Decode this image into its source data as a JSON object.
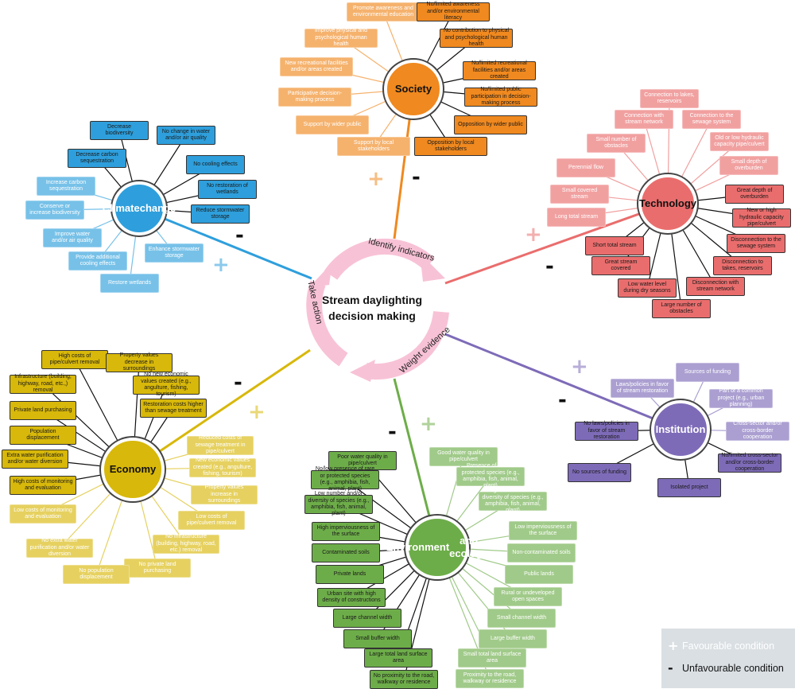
{
  "center": {
    "title_line1": "Stream daylighting",
    "title_line2": "decision making",
    "steps": [
      "Identify indicators",
      "Weight evidence",
      "Take action"
    ]
  },
  "legend": {
    "favourable_symbol": "+",
    "favourable_label": "Favourable condition",
    "unfavourable_symbol": "-",
    "unfavourable_label": "Unfavourable condition"
  },
  "colors": {
    "society": "#f0891f",
    "technology": "#ea6d6d",
    "climate": "#2e9fdc",
    "economy": "#d8b80a",
    "environment": "#6dad49",
    "institution": "#7e6bb8",
    "cycle": "#f8c2d6"
  },
  "hubs": {
    "society": {
      "label": [
        "Society"
      ],
      "plus": "+",
      "minus": "-"
    },
    "climate": {
      "label": [
        "Climate",
        "change"
      ],
      "plus": "+",
      "minus": "-"
    },
    "technology": {
      "label": [
        "Technology"
      ],
      "plus": "+",
      "minus": "-"
    },
    "institution": {
      "label": [
        "Institution"
      ],
      "plus": "+",
      "minus": "-"
    },
    "economy": {
      "label": [
        "Economy"
      ],
      "plus": "+",
      "minus": "-"
    },
    "environment": {
      "label": [
        "Environment",
        "and ecology"
      ],
      "plus": "+",
      "minus": "-"
    }
  },
  "society": {
    "favourable": [
      "Promote awareness and environmental education",
      "Improve physical and psychological human health",
      "New recreational facilities and/or areas created",
      "Participative decision-making process",
      "Support by wider public",
      "Support by local stakeholders"
    ],
    "unfavourable": [
      "No/limited awareness and/or environmental literacy",
      "No contribution to physical and psychological human health",
      "No/limited recreational facilities and/or areas created",
      "No/limited public participation in decision-making process",
      "Opposition by wider public",
      "Opposition by local stakeholders"
    ]
  },
  "climate": {
    "favourable": [
      "Increase carbon sequestration",
      "Conserve or increase biodiversity",
      "Improve water and/or air quality",
      "Provide additional cooling effects",
      "Enhance stormwater storage",
      "Restore wetlands"
    ],
    "unfavourable": [
      "Decrease biodiversity",
      "No change in water and/or air quality",
      "Decrease carbon sequestration",
      "No cooling effects",
      "No restoration of wetlands",
      "Reduce stormwater storage"
    ]
  },
  "technology": {
    "favourable": [
      "Connection to lakes, reservoirs",
      "Connection with stream network",
      "Connection to the sewage system",
      "Small number of obstacles",
      "Old or low hydraulic capacity pipe/culvert",
      "Perennial flow",
      "Small depth of overburden",
      "Small covered stream",
      "Long total stream"
    ],
    "unfavourable": [
      "Great depth of overburden",
      "New or high hydraulic capacity pipe/culvert",
      "Short total stream",
      "Disconnection to the sewage system",
      "Great stream covered",
      "Disconnection to takes, reservoirs",
      "Low water level during dry seasons",
      "Disconnection with stream network",
      "Large number of obstacles"
    ]
  },
  "institution": {
    "favourable": [
      "Sources of funding",
      "Laws/policies in favor of stream restoration",
      "Part of a common project (e.g., urban planning)",
      "Cross-sector and/or cross-border cooperation"
    ],
    "unfavourable": [
      "No laws/policies in favor of stream restoration",
      "No/limited cross-sector and/or cross-border cooperation",
      "No sources of funding",
      "Isolated project"
    ]
  },
  "economy": {
    "unfavourable": [
      "High costs of pipe/culvert removal",
      "Property values decrease in surroundings",
      "Infrastructure (building, highway, road, etc.,) removal",
      "No new economic values created (e.g., angulture, fishing, tourism)",
      "Private land purchasing",
      "Restoration costs higher than sewage treatment",
      "Population displacement",
      "Extra water purification and/or water diversion",
      "High costs of monitoring and evaluation"
    ],
    "favourable": [
      "Reduced costs of sewage treatment in pipe/culvert",
      "New economic values created (e.g., angulture, fishing, tourism)",
      "Property values increase in surroundings",
      "Low costs of pipe/culvert removal",
      "Low costs of monitoring and evaluation",
      "No infrastructure (building, highway, road, etc.) removal",
      "No extra water purification and/or water diversion",
      "No private land purchasing",
      "No population displacement"
    ]
  },
  "environment": {
    "unfavourable": [
      "Poor water quality in pipe/culvert",
      "No/low presence of rare or protected species (e.g., amphibia, fish, animal, plant)",
      "Low number and/or diversity of species (e.g., amphibia, fish, animal, plant)",
      "High imperviousness of the surface",
      "Contaminated soils",
      "Private lands",
      "Urban site with high density of constructions",
      "Large channel width",
      "Small buffer width",
      "Large total land surface area",
      "No proximity to the road, walkway or residence"
    ],
    "favourable": [
      "Good water quality in pipe/culvert",
      "Presence of rare or protected species (e.g., amphibia, fish, animal, plant)",
      "High number and/or diversity of species (e.g., amphibia, fish, animal, plant)",
      "Low imperviousness of the surface",
      "Non-contaminated soils",
      "Public lands",
      "Rural or undeveloped open spaces",
      "Small channel width",
      "Large buffer width",
      "Small total land surface area",
      "Proximity to the road, walkway or residence"
    ]
  }
}
